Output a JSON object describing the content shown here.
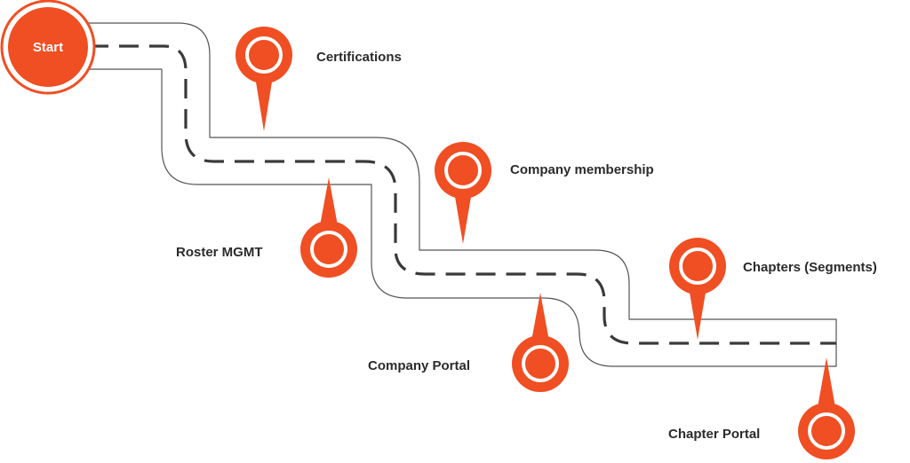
{
  "start": {
    "label": "Start"
  },
  "milestones": [
    {
      "id": "certifications",
      "label": "Certifications"
    },
    {
      "id": "roster-mgmt",
      "label": "Roster MGMT"
    },
    {
      "id": "company-membership",
      "label": "Company membership"
    },
    {
      "id": "company-portal",
      "label": "Company Portal"
    },
    {
      "id": "chapters-segments",
      "label": "Chapters (Segments)"
    },
    {
      "id": "chapter-portal",
      "label": "Chapter Portal"
    }
  ],
  "colors": {
    "accent": "#f04e23",
    "road_outline": "#555555",
    "road_dash": "#3a3a3a",
    "text": "#2b2b2b",
    "background": "#ffffff"
  }
}
